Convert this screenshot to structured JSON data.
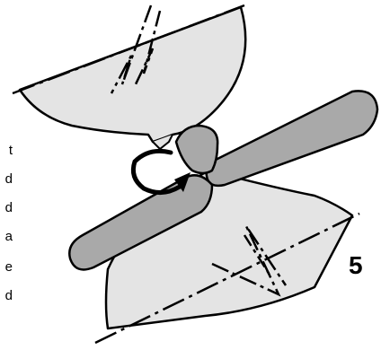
{
  "step_number": "5",
  "cropped_text_letters": [
    "t",
    "d",
    "d",
    "a",
    "e",
    "d"
  ],
  "colors": {
    "light_paper": "#e4e4e4",
    "dark_paper": "#a9a9a9",
    "outline": "#000000",
    "background": "#ffffff"
  },
  "icons": {
    "rotation_arrow": "rotate-arrow-icon"
  }
}
